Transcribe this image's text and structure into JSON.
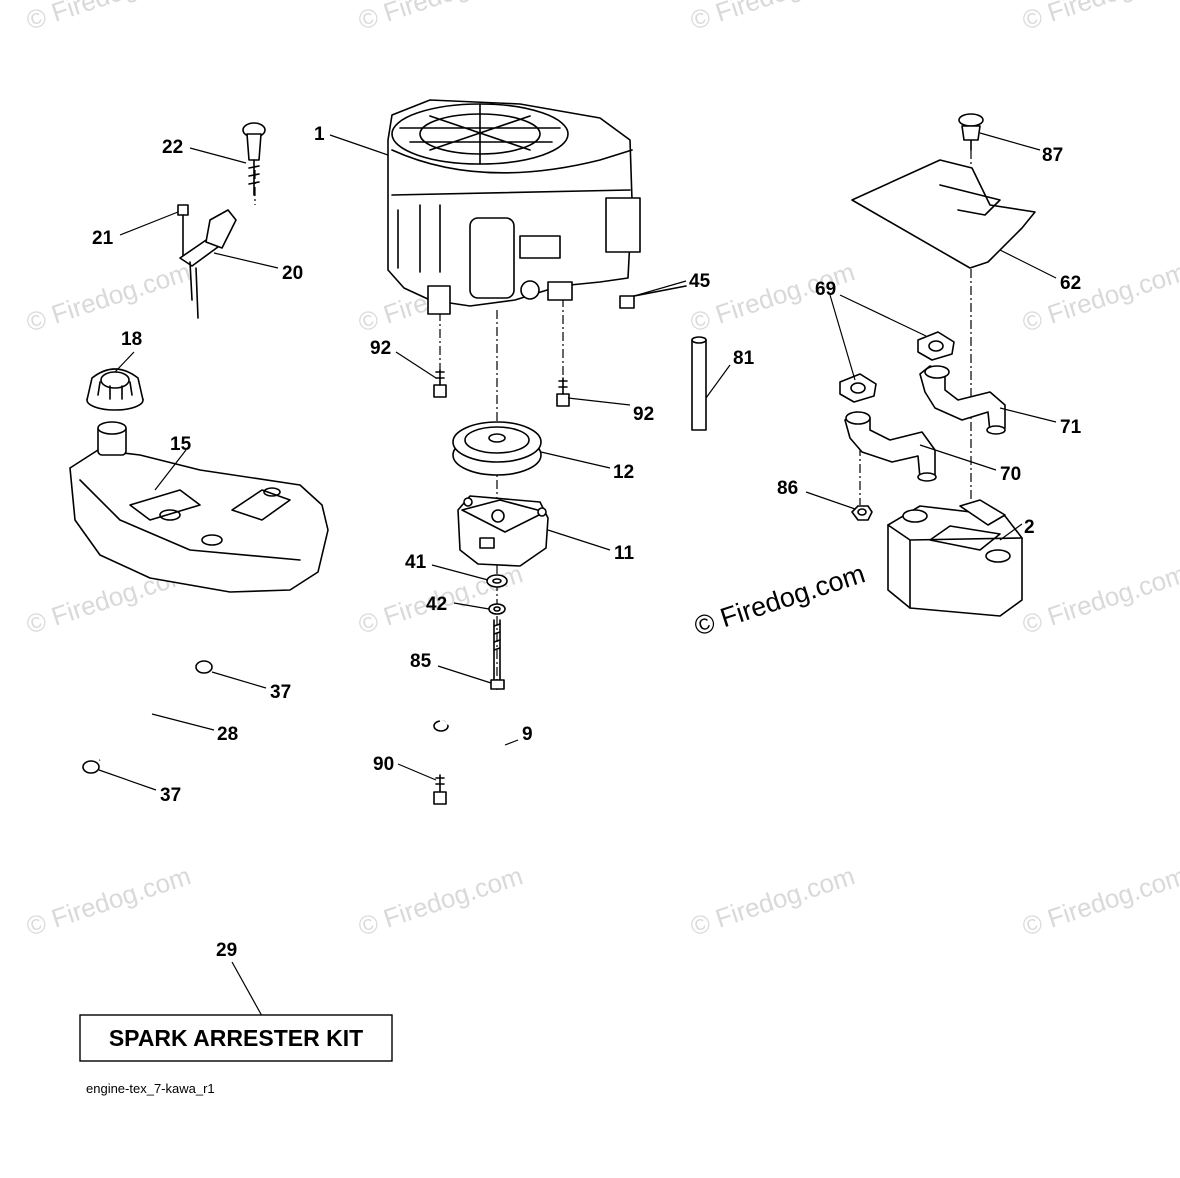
{
  "diagram": {
    "callouts": [
      "1",
      "2",
      "9",
      "11",
      "12",
      "15",
      "18",
      "20",
      "21",
      "22",
      "28",
      "29",
      "37",
      "37",
      "41",
      "42",
      "45",
      "62",
      "69",
      "70",
      "71",
      "81",
      "85",
      "86",
      "87",
      "90",
      "92",
      "92"
    ],
    "kit_label": "SPARK ARRESTER KIT",
    "drawing_code": "engine-tex_7-kawa_r1",
    "watermark": "© Firedog.com"
  }
}
